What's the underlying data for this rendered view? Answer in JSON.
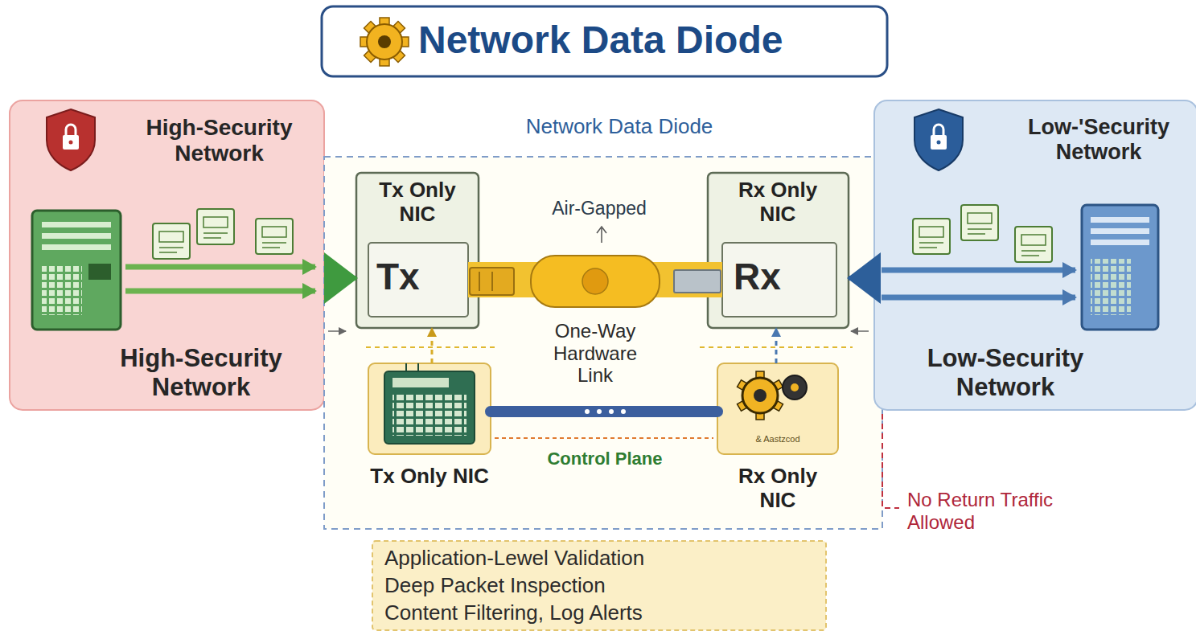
{
  "diagram": {
    "title": "Network Data Diode",
    "nodes": [
      {
        "text": [
          "High-Security Network",
          "High-Security Network"
        ]
      },
      {
        "text": [
          "Network Data Diode"
        ]
      },
      {
        "text": [
          "Tx Only NIC"
        ],
        "in": 1
      },
      {
        "text": [
          "Tx"
        ],
        "in": 2
      },
      {
        "text": [
          "Rx Only NIC"
        ],
        "in": 1
      },
      {
        "text": [
          "Rx"
        ],
        "in": 4
      },
      {
        "text": [
          "Tx Only NIC"
        ],
        "in": 1
      },
      {
        "text": [
          "& Aastzcod",
          "Rx Only NIC"
        ],
        "in": 1
      },
      {
        "text": [
          "Low-'Security Network",
          "Low-Security Network"
        ]
      },
      {
        "text": [
          "Application-Lewel Validation",
          "Deep Packet Inspection",
          "Content Filtering, Log Alerts"
        ]
      }
    ],
    "edges": [
      {
        "from": 0,
        "to": 2,
        "arrow": "to"
      },
      {
        "from": 3,
        "to": 5,
        "arrow": "none"
      },
      {
        "from": 6,
        "to": 2,
        "arrow": "to"
      },
      {
        "from": 7,
        "to": 4,
        "arrow": "to"
      },
      {
        "from": 6,
        "to": 7,
        "arrow": "none"
      },
      {
        "from": 8,
        "to": 4,
        "arrow": "to"
      }
    ],
    "labels": [
      "Air-Gapped",
      "One-Way Hardware Link",
      "Control Plane",
      "No Return Traffic Allowed"
    ]
  }
}
